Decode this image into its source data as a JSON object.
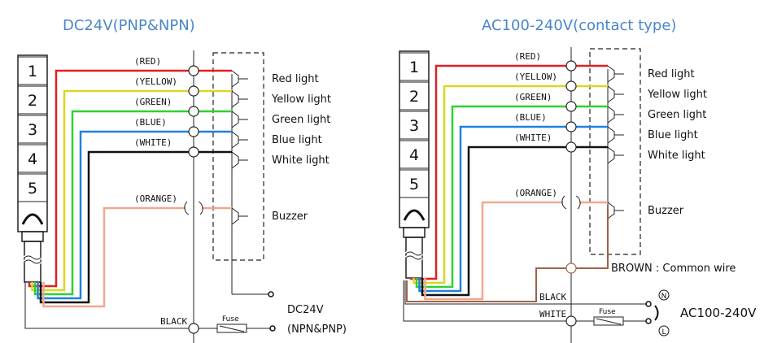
{
  "diagrams": [
    {
      "title": "DC24V(PNP&NPN)",
      "tower_segments": [
        "1",
        "2",
        "3",
        "4",
        "5"
      ],
      "wires": [
        {
          "label": "(RED)",
          "color": "#e02020",
          "output": "Red light"
        },
        {
          "label": "(YELLOW)",
          "color": "#d8d820",
          "output": "Yellow light"
        },
        {
          "label": "(GREEN)",
          "color": "#30d030",
          "output": "Green light"
        },
        {
          "label": "(BLUE)",
          "color": "#2080e0",
          "output": "Blue light"
        },
        {
          "label": "(WHITE)",
          "color": "#111111",
          "output": "White light"
        },
        {
          "label": "(ORANGE)",
          "color": "#f0a890",
          "output": "Buzzer"
        }
      ],
      "ground_label": "BLACK",
      "fuse_label": "Fuse",
      "supply_label_1": "DC24V",
      "supply_label_2": "(NPN&PNP)"
    },
    {
      "title": "AC100-240V(contact type)",
      "tower_segments": [
        "1",
        "2",
        "3",
        "4",
        "5"
      ],
      "wires": [
        {
          "label": "(RED)",
          "color": "#e02020",
          "output": "Red light"
        },
        {
          "label": "(YELLOW)",
          "color": "#d8d820",
          "output": "Yellow light"
        },
        {
          "label": "(GREEN)",
          "color": "#30d030",
          "output": "Green light"
        },
        {
          "label": "(BLUE)",
          "color": "#2080e0",
          "output": "Blue light"
        },
        {
          "label": "(WHITE)",
          "color": "#111111",
          "output": "White light"
        },
        {
          "label": "(ORANGE)",
          "color": "#f0a890",
          "output": "Buzzer"
        }
      ],
      "common_label": "BROWN : Common wire",
      "common_color": "#a0624a",
      "black_label": "BLACK",
      "white_label": "WHITE",
      "fuse_label": "Fuse",
      "neutral_label": "N",
      "line_label": "L",
      "supply_label": "AC100-240V"
    }
  ]
}
